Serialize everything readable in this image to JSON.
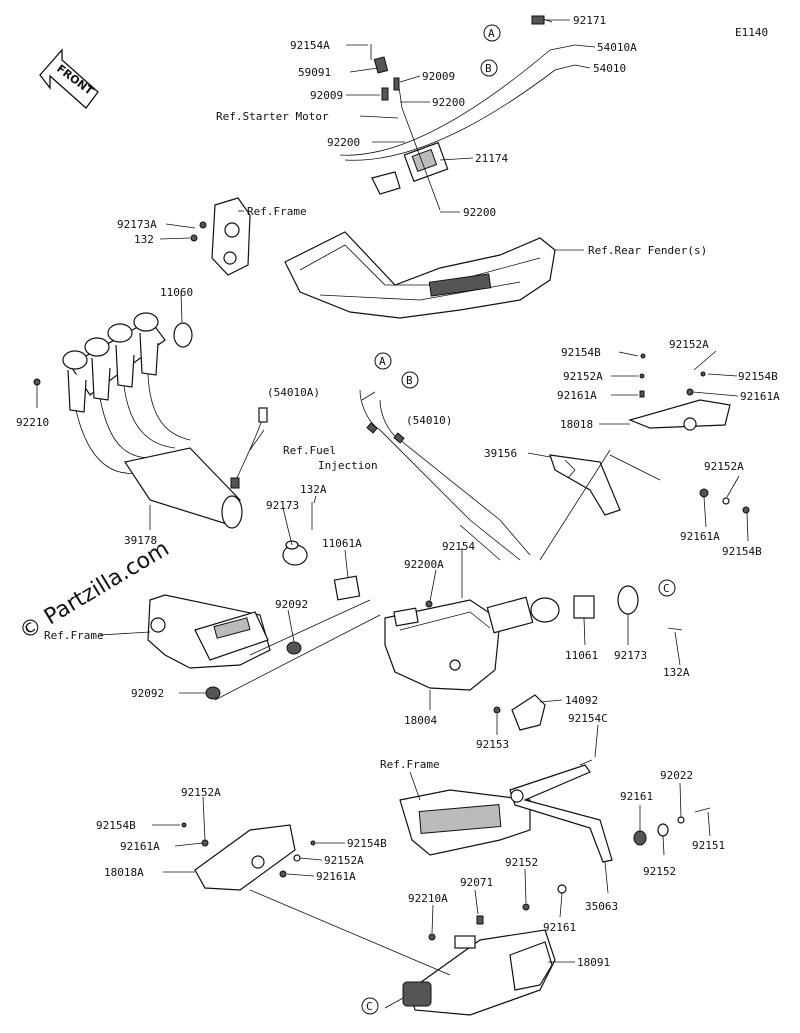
{
  "diagram_code": "E1140",
  "front_label": "FRONT",
  "watermark": "© Partzilla.com",
  "callouts": {
    "A": "A",
    "B": "B",
    "C": "C"
  },
  "labels": {
    "92171": "92171",
    "54010A": "54010A",
    "54010": "54010",
    "92154A": "92154A",
    "59091": "59091",
    "92009_a": "92009",
    "92009_b": "92009",
    "92200_a": "92200",
    "ref_starter": "Ref.Starter Motor",
    "92200_b": "92200",
    "21174": "21174",
    "92200_c": "92200",
    "92173A": "92173A",
    "132": "132",
    "ref_frame_top": "Ref.Frame",
    "ref_rear_fender": "Ref.Rear Fender(s)",
    "11060": "11060",
    "92210": "92210",
    "54010A_paren": "(54010A)",
    "54010_paren": "(54010)",
    "ref_fuel_1": "Ref.Fuel",
    "ref_fuel_2": "Injection",
    "39178": "39178",
    "92173_left": "92173",
    "132A_left": "132A",
    "11061A": "11061A",
    "92154B_top": "92154B",
    "92152A_t1": "92152A",
    "92152A_t2": "92152A",
    "92154B_r1": "92154B",
    "92161A_t1": "92161A",
    "92161A_t2": "92161A",
    "18018": "18018",
    "39156": "39156",
    "92152A_r": "92152A",
    "92161A_r": "92161A",
    "92154B_r2": "92154B",
    "92154": "92154",
    "92200A": "92200A",
    "92092_a": "92092",
    "ref_frame_mid": "Ref.Frame",
    "92092_b": "92092",
    "11061": "11061",
    "92173_right": "92173",
    "132A_right": "132A",
    "18004": "18004",
    "14092": "14092",
    "92153": "92153",
    "92154C": "92154C",
    "ref_frame_low": "Ref.Frame",
    "92022": "92022",
    "92161_a": "92161",
    "92151": "92151",
    "92152A_low": "92152A",
    "92154B_low": "92154B",
    "92161A_low": "92161A",
    "92154B_low2": "92154B",
    "92152A_low2": "92152A",
    "18018A": "18018A",
    "92161A_low2": "92161A",
    "92152_a": "92152",
    "92152_b": "92152",
    "92071": "92071",
    "92210A": "92210A",
    "92161_b": "92161",
    "35063": "35063",
    "18091": "18091"
  }
}
